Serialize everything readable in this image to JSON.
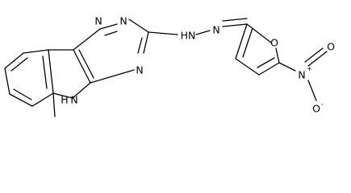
{
  "labels": {
    "ring_n_top_left": "N",
    "ring_n_top_right": "N",
    "ring_n_bottom": "N",
    "indole_n": "N",
    "indole_h": "H",
    "hydrazone_nh": "HN",
    "hydrazone_n": "N",
    "furan_o": "O",
    "nitro_n": "N",
    "nitro_n_charge": "+",
    "nitro_o_top": "O",
    "nitro_o_minus": "O",
    "nitro_o_charge": "-"
  }
}
